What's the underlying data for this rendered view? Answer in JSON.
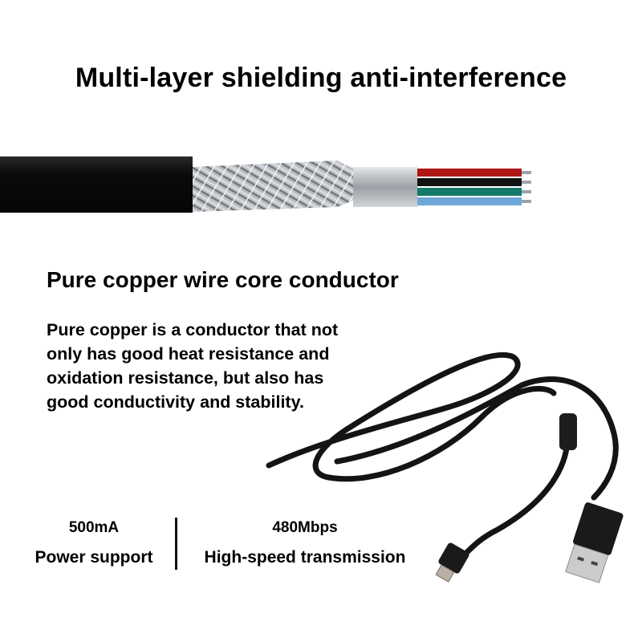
{
  "header": {
    "title": "Multi-layer shielding anti-interference"
  },
  "cable_image": {
    "description": "stripped shielded cable",
    "wire_colors": [
      "#b01818",
      "#111111",
      "#137a6a",
      "#6fa8d8"
    ],
    "jacket_color": "#0e0e0e",
    "shield_color": "#b8bcc0"
  },
  "section": {
    "subtitle": "Pure copper wire core conductor",
    "description_lines": [
      "Pure copper is a conductor that not",
      "only has good heat resistance and",
      "oxidation resistance, but also has",
      "good conductivity and stability."
    ]
  },
  "specs": [
    {
      "value": "500mA",
      "label": "Power support"
    },
    {
      "value": "480Mbps",
      "label": "High-speed transmission"
    }
  ],
  "product_image": {
    "description": "black USB cable with mini-USB connector"
  }
}
